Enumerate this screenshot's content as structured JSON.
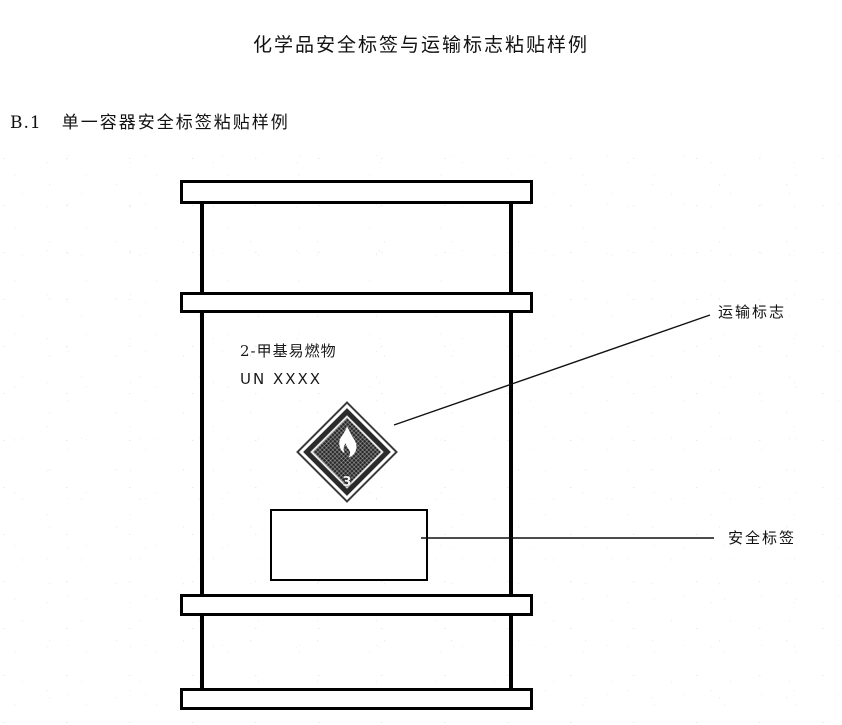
{
  "document": {
    "title": "化学品安全标签与运输标志粘贴样例",
    "section": {
      "number": "B.1",
      "heading": "单一容器安全标签粘贴样例"
    }
  },
  "figure": {
    "name": "single-container-labelling-example",
    "drum": {
      "printed_text": {
        "product_name": "2-甲基易燃物",
        "un_number": "UN XXXX"
      },
      "bands": [
        {
          "id": "band-top",
          "label": "top-rim"
        },
        {
          "id": "band-upper",
          "label": "upper-rolling-hoop"
        },
        {
          "id": "band-lower",
          "label": "lower-rolling-hoop"
        },
        {
          "id": "band-bottom",
          "label": "bottom-rim"
        }
      ]
    },
    "hazard_placard": {
      "symbol": "flame-icon",
      "class_number": "3",
      "fill_color": "#262626",
      "border_color": "#ffffff"
    },
    "safety_label_box": {
      "content": "",
      "border_color": "#000000",
      "fill_color": "#ffffff"
    },
    "annotations": [
      {
        "id": "transport-mark",
        "text": "运输标志",
        "leader": "diagonal"
      },
      {
        "id": "safety-label",
        "text": "安全标签",
        "leader": "horizontal"
      }
    ]
  }
}
